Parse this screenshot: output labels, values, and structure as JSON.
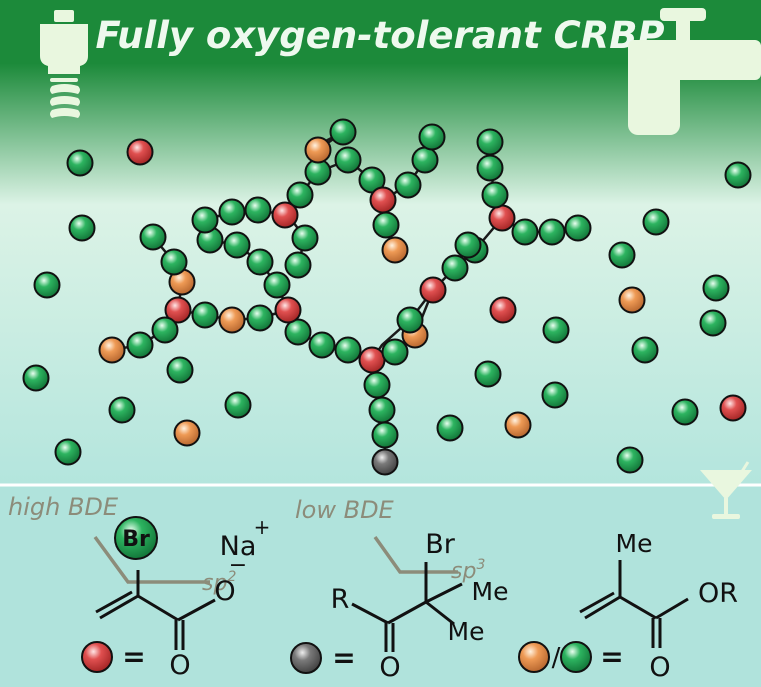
{
  "title": "Fully oxygen-tolerant CRBP",
  "colors": {
    "top_band": "#1c8a3a",
    "mid_band": "#dcf3e6",
    "bottom_band": "#b3e5dd",
    "legend_bg": "#b0e3dc",
    "divider": "#ffffff",
    "chain_line": "#1a1a1a",
    "green_ball": "#2db460",
    "red_ball": "#e05050",
    "orange_ball": "#ee9a55",
    "gray_ball": "#7a7a7a",
    "bde_label": "#8c8c7a",
    "icon_fill": "#e9f7df"
  },
  "icons": {
    "bulb": "light-bulb-icon",
    "tap": "water-tap-icon",
    "cocktail": "cocktail-glass-icon"
  },
  "legend": {
    "inimer": {
      "bde": "high BDE",
      "hybrid": "sp",
      "hybrid_exp": "2",
      "br": "Br",
      "cation": "Na",
      "cation_charge": "+",
      "anion_charge": "−",
      "o_single": "O",
      "o_double": "O",
      "eq": "="
    },
    "initiator": {
      "bde": "low BDE",
      "hybrid": "sp",
      "hybrid_exp": "3",
      "br": "Br",
      "r": "R",
      "me1": "Me",
      "me2": "Me",
      "o_double": "O",
      "eq": "="
    },
    "monomer": {
      "me": "Me",
      "or": "OR",
      "o_double": "O",
      "slash": "/",
      "eq": "="
    }
  }
}
